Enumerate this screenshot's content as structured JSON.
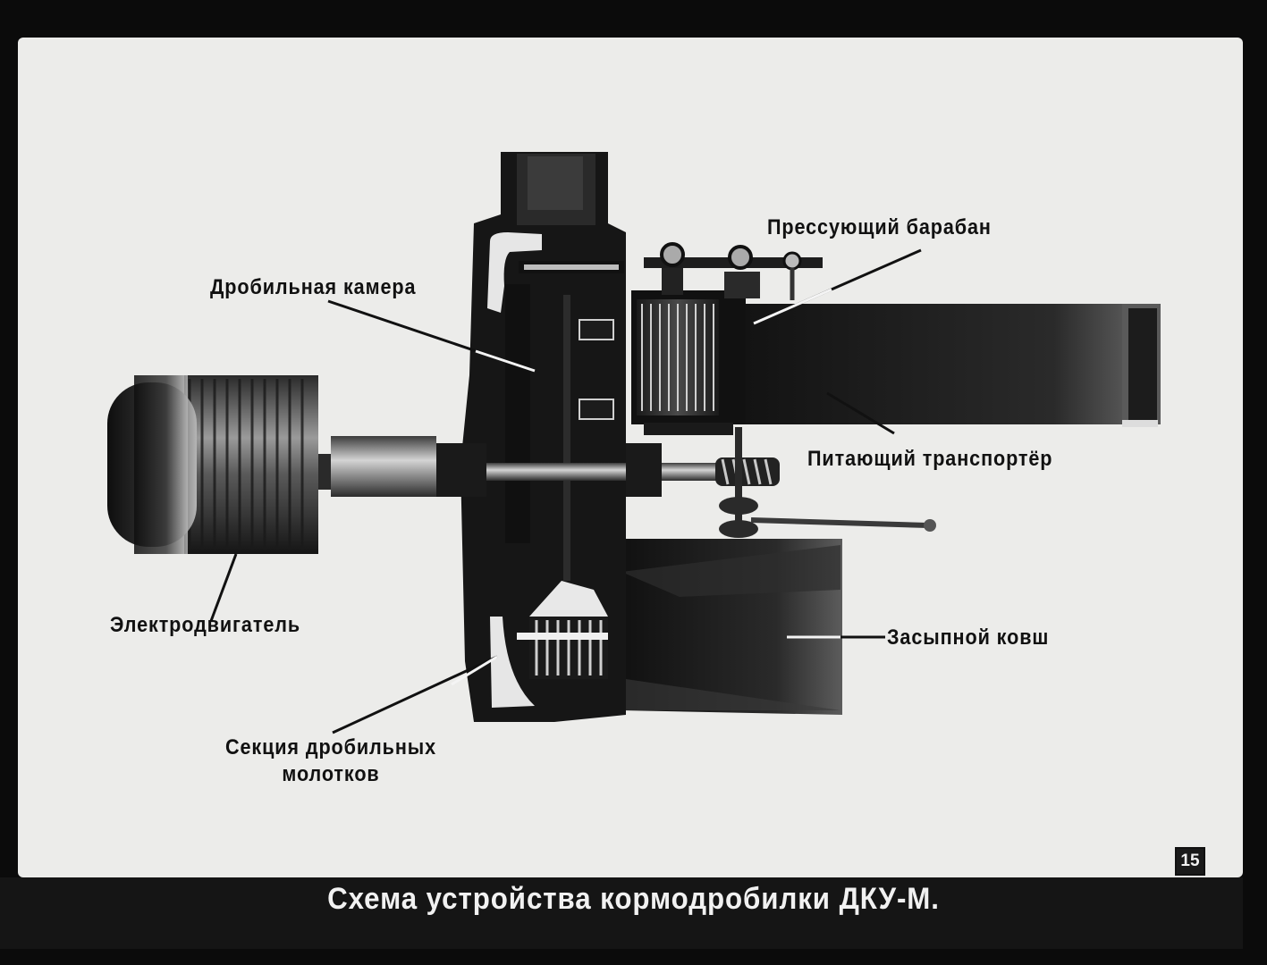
{
  "labels": {
    "pressing_drum": "Прессующий барабан",
    "crushing_chamber": "Дробильная камера",
    "motor": "Электродвигатель",
    "feed_conveyor": "Питающий транспортёр",
    "hopper": "Засыпной ковш",
    "hammer_section_line1": "Секция дробильных",
    "hammer_section_line2": "молотков"
  },
  "page_number": "15",
  "caption": "Схема устройства кормодробилки ДКУ-М."
}
